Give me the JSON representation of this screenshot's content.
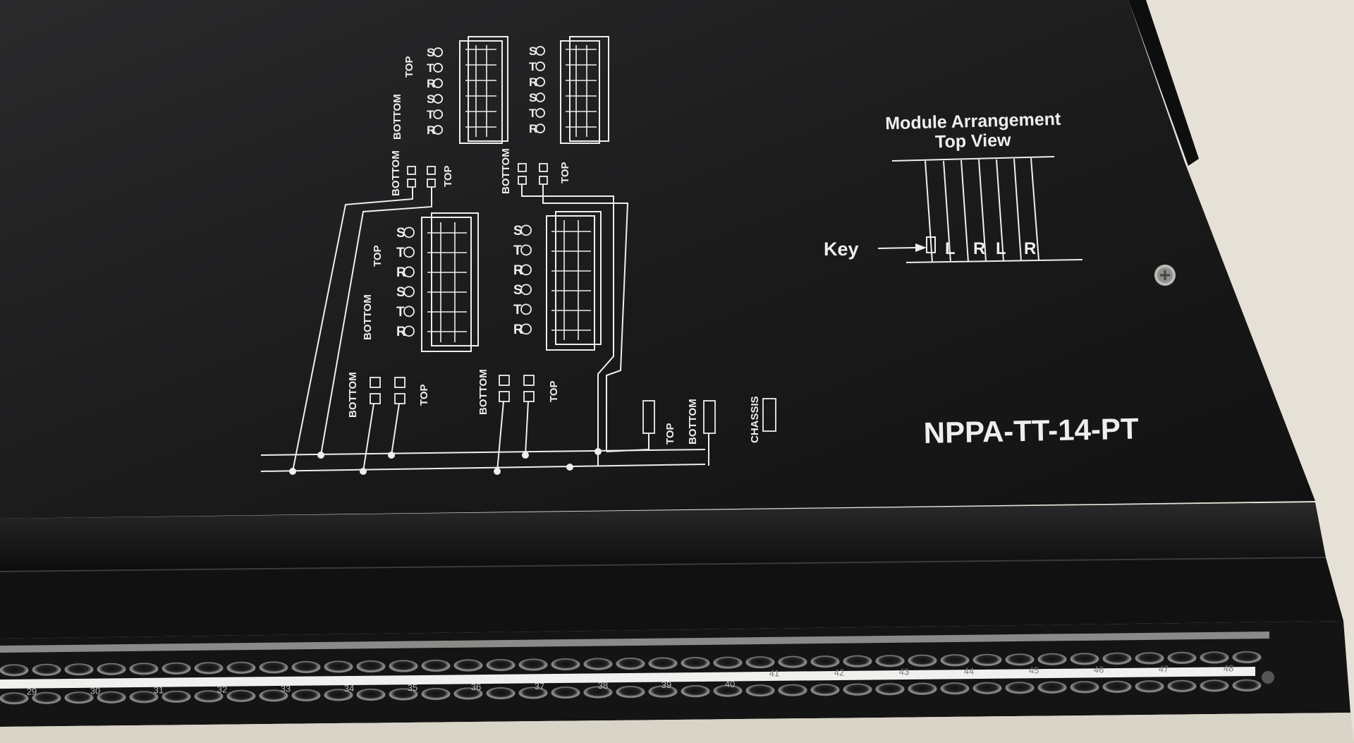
{
  "colors": {
    "wall": "#e6e1d6",
    "panel": "#1b1b1c",
    "silkscreen": "#eeeeee",
    "jack_strip": "#141414"
  },
  "arrangement": {
    "title_line1": "Module Arrangement",
    "title_line2": "Top View",
    "key_label": "Key",
    "slots": [
      "L",
      "R",
      "L",
      "R"
    ]
  },
  "model": "NPPA-TT-14-PT",
  "labels": {
    "top": "TOP",
    "bottom": "BOTTOM",
    "chassis": "CHASSIS",
    "s": "S",
    "t": "T",
    "r": "R"
  },
  "jacks": {
    "upper_numbers": [
      "41",
      "42",
      "43",
      "44",
      "45",
      "46",
      "47",
      "48"
    ],
    "lower_numbers": [
      "29",
      "30",
      "31",
      "32",
      "33",
      "34",
      "35",
      "36",
      "37",
      "38",
      "39",
      "40"
    ]
  },
  "icons": {
    "screw": "screw-icon",
    "key_arrow": "arrow-right-icon"
  }
}
